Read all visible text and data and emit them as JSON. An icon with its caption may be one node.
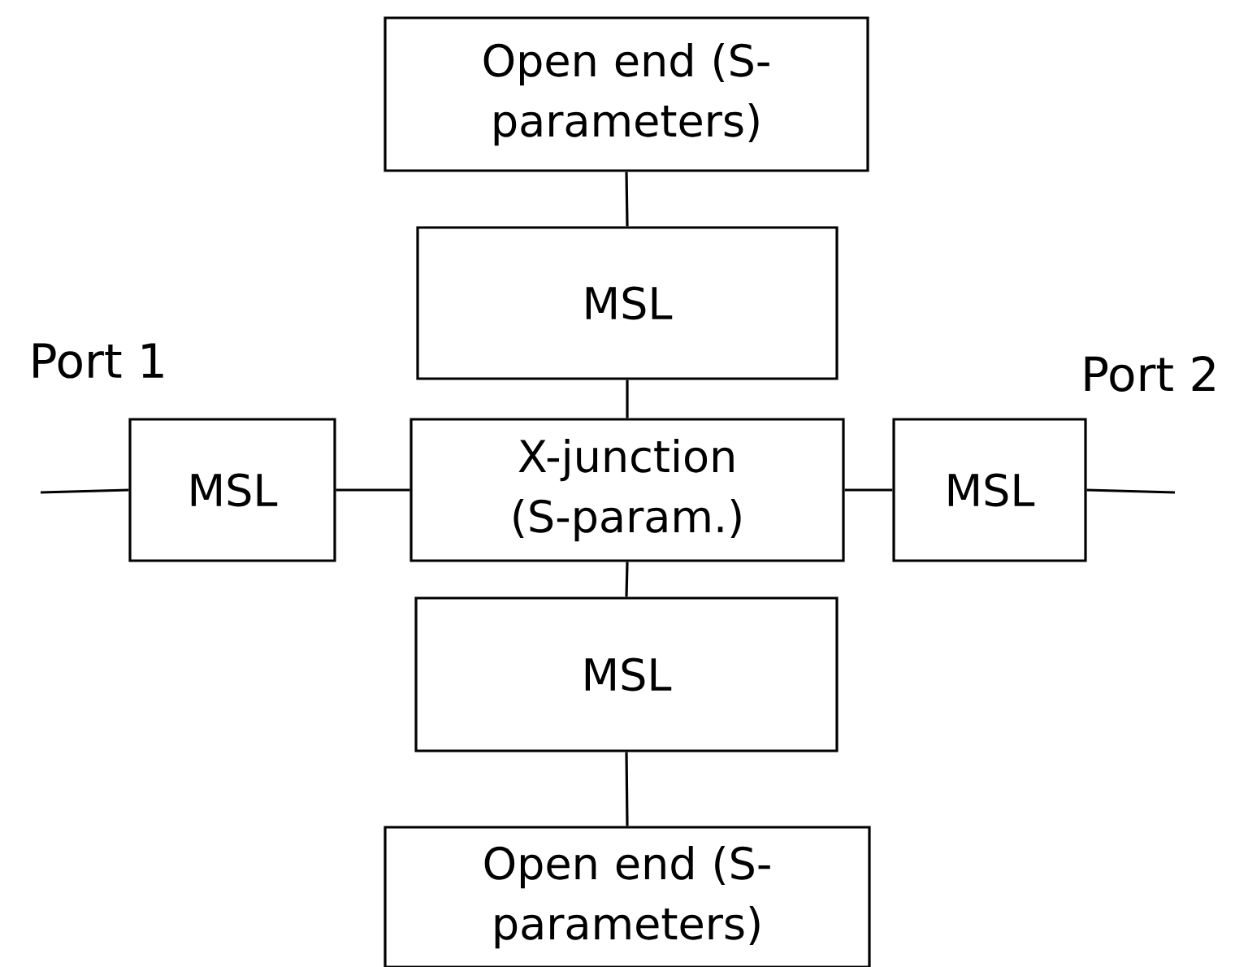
{
  "diagram": {
    "nodes": [
      {
        "text": [
          "Open end (S-parameters)"
        ]
      },
      {
        "text": [
          "MSL"
        ]
      },
      {
        "text": [
          "MSL"
        ]
      },
      {
        "text": [
          "X-junction (S-param.)"
        ]
      },
      {
        "text": [
          "MSL"
        ]
      },
      {
        "text": [
          "MSL"
        ]
      },
      {
        "text": [
          "Open end (S-parameters)"
        ]
      }
    ],
    "edges": [
      {
        "from": 0,
        "to": 1,
        "arrow": "none"
      },
      {
        "from": 1,
        "to": 3,
        "arrow": "none"
      },
      {
        "from": 2,
        "to": 3,
        "arrow": "none"
      },
      {
        "from": 3,
        "to": 4,
        "arrow": "none"
      },
      {
        "from": 3,
        "to": 5,
        "arrow": "none"
      },
      {
        "from": 5,
        "to": 6,
        "arrow": "none"
      },
      {
        "from": null,
        "to": 2,
        "arrow": "none"
      },
      {
        "from": 4,
        "to": null,
        "arrow": "none"
      }
    ],
    "labels": [
      "Port 1",
      "Port 2"
    ]
  }
}
